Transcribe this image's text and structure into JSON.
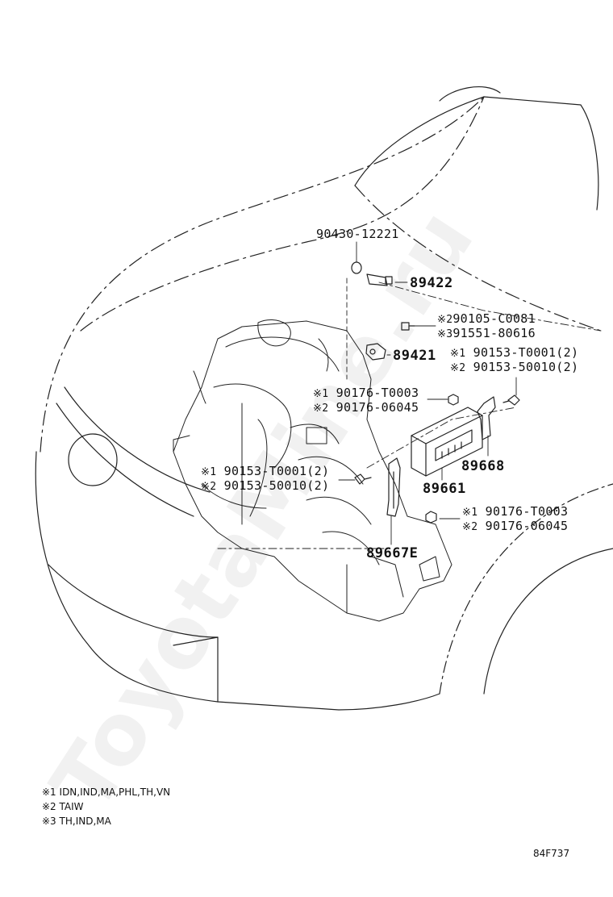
{
  "diagram": {
    "watermark": "ToyotaMine.ru",
    "drawing_code": "84F737",
    "parts": {
      "p90430": "90430-12221",
      "p89422": "89422",
      "p89421": "89421",
      "p89668": "89668",
      "p89661": "89661",
      "p89667E": "89667E"
    },
    "callouts": {
      "c1": {
        "lines": [
          {
            "mark": "※2",
            "code": "90105-C0081"
          },
          {
            "mark": "※3",
            "code": "91551-80616"
          }
        ]
      },
      "c2": {
        "lines": [
          {
            "mark": "※1",
            "code": "90153-T0001(2)"
          },
          {
            "mark": "※2",
            "code": "90153-50010(2)"
          }
        ]
      },
      "c3": {
        "lines": [
          {
            "mark": "※1",
            "code": "90176-T0003"
          },
          {
            "mark": "※2",
            "code": "90176-06045"
          }
        ]
      },
      "c4": {
        "lines": [
          {
            "mark": "※1",
            "code": "90153-T0001(2)"
          },
          {
            "mark": "※2",
            "code": "90153-50010(2)"
          }
        ]
      },
      "c5": {
        "lines": [
          {
            "mark": "※1",
            "code": "90176-T0003"
          },
          {
            "mark": "※2",
            "code": "90176-06045"
          }
        ]
      }
    },
    "legend": [
      {
        "mark": "※1",
        "text": "IDN,IND,MA,PHL,TH,VN"
      },
      {
        "mark": "※2",
        "text": "TAIW"
      },
      {
        "mark": "※3",
        "text": "TH,IND,MA"
      }
    ]
  }
}
